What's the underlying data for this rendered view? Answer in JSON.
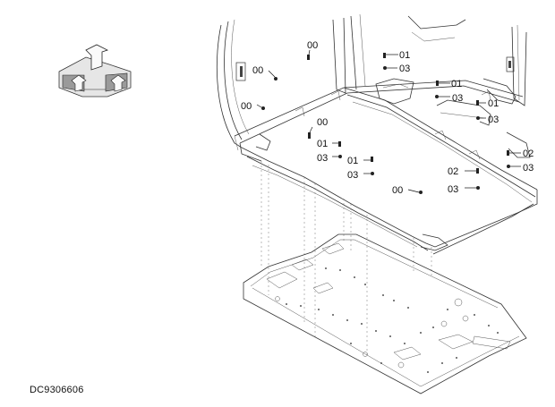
{
  "callouts": [
    {
      "id": "c1",
      "text": "00"
    },
    {
      "id": "c2",
      "text": "00"
    },
    {
      "id": "c3",
      "text": "00"
    },
    {
      "id": "c4",
      "text": "01"
    },
    {
      "id": "c5",
      "text": "03"
    },
    {
      "id": "c6",
      "text": "01"
    },
    {
      "id": "c7",
      "text": "03"
    },
    {
      "id": "c8",
      "text": "01"
    },
    {
      "id": "c9",
      "text": "03"
    },
    {
      "id": "c10",
      "text": "00"
    },
    {
      "id": "c11",
      "text": "01"
    },
    {
      "id": "c12",
      "text": "03"
    },
    {
      "id": "c13",
      "text": "01"
    },
    {
      "id": "c14",
      "text": "03"
    },
    {
      "id": "c15",
      "text": "00"
    },
    {
      "id": "c16",
      "text": "02"
    },
    {
      "id": "c17",
      "text": "03"
    },
    {
      "id": "c18",
      "text": "02"
    },
    {
      "id": "c19",
      "text": "03"
    }
  ],
  "drawing_code": "DC9306606"
}
